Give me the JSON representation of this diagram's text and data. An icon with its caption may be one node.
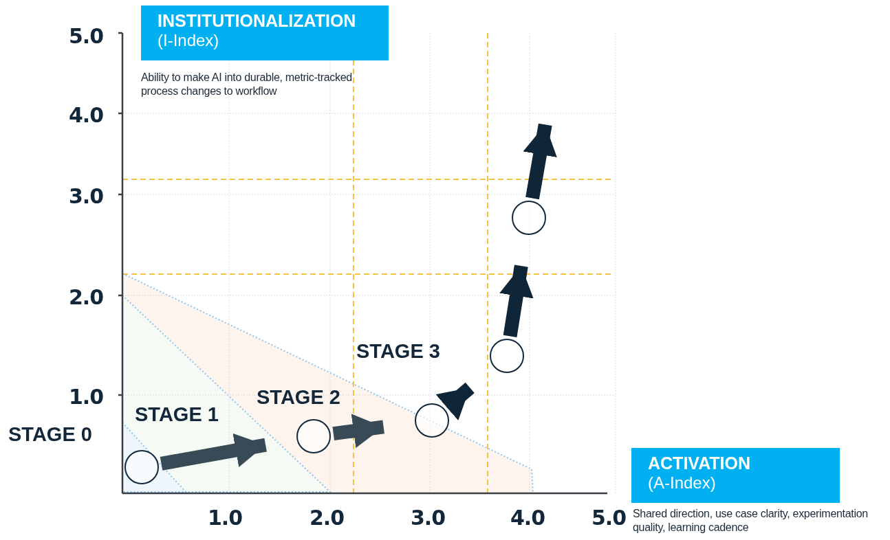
{
  "diagram": {
    "nodes": [
      {
        "text": [
          "INSTITUTIONALIZATION",
          "(I-Index)"
        ],
        "beside": [
          "Ability to make AI into durable, metric-tracked process changes to workflow"
        ]
      },
      {
        "text": [],
        "shape": "circle"
      },
      {
        "text": [],
        "shape": "circle"
      },
      {
        "text": [],
        "shape": "circle"
      },
      {
        "text": [],
        "shape": "circle"
      },
      {
        "text": [],
        "shape": "circle"
      },
      {
        "text": [
          "ACTIVATION",
          "(A-Index)"
        ],
        "beside": [
          "Shared direction, use case clarity, experimentation quality, learning cadence"
        ]
      }
    ],
    "edges": [
      {
        "from": 1,
        "to": 2,
        "arrow": "to",
        "color": "#374a56"
      },
      {
        "from": 2,
        "to": 3,
        "arrow": "to",
        "color": "#374a56"
      },
      {
        "from": 3,
        "to": 4,
        "arrow": "to"
      },
      {
        "from": 4,
        "to": 5,
        "arrow": "to"
      },
      {
        "from": 5,
        "to": null,
        "arrow": "to"
      }
    ],
    "labels": [
      "5.0",
      "4.0",
      "3.0",
      "2.0",
      "STAGE 3",
      "1.0",
      "STAGE 2",
      "STAGE 1",
      "STAGE 0",
      "1.0",
      "2.0",
      "3.0",
      "4.0",
      "5.0"
    ]
  }
}
